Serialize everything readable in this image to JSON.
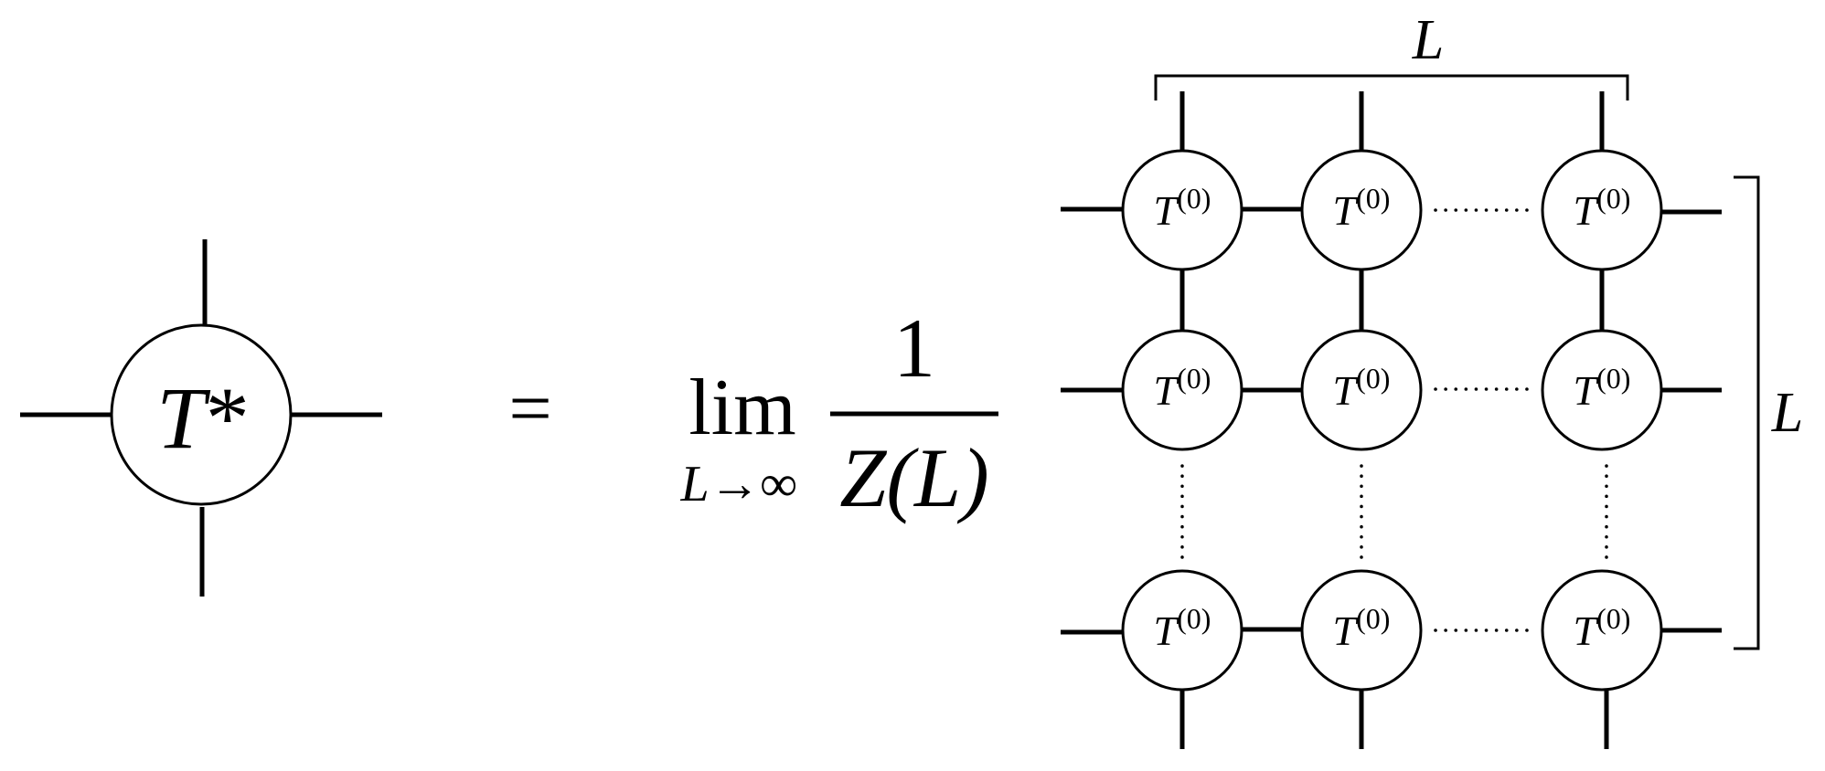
{
  "equation": {
    "lhs_symbol": "T",
    "lhs_superscript": "*",
    "equals_sign": "=",
    "limit_text": "lim",
    "limit_subscript": "L→∞",
    "fraction_numerator": "1",
    "fraction_denominator": "Z(L)"
  },
  "lattice": {
    "node_symbol": "T",
    "node_superscript": "(0)",
    "size_label_top": "L",
    "size_label_right": "L"
  }
}
